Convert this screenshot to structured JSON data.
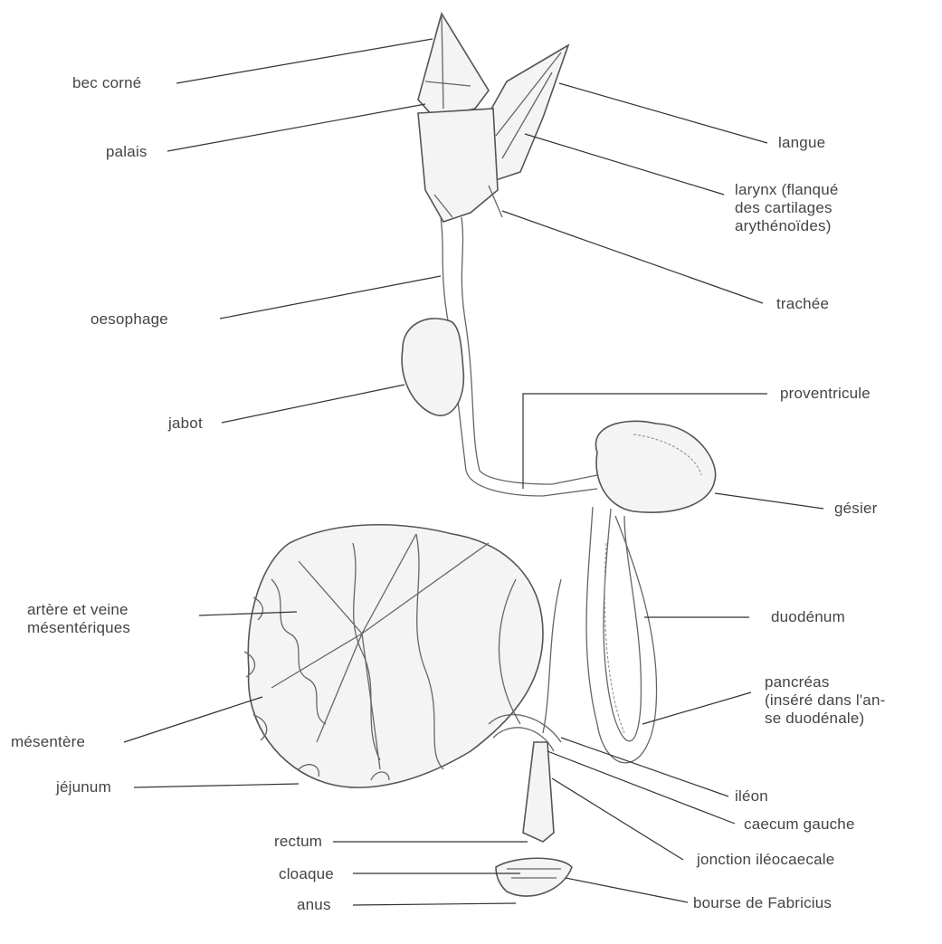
{
  "labels": {
    "bec_corne": "bec corné",
    "palais": "palais",
    "langue": "langue",
    "larynx_1": "larynx (flanqué",
    "larynx_2": "des cartilages",
    "larynx_3": "arythénoïdes)",
    "trachee": "trachée",
    "oesophage": "oesophage",
    "jabot": "jabot",
    "proventricule": "proventricule",
    "gesier": "gésier",
    "artere_1": "artère et veine",
    "artere_2": "mésentériques",
    "duodenum": "duodénum",
    "pancreas_1": "pancréas",
    "pancreas_2": "(inséré dans l'an-",
    "pancreas_3": "se duodénale)",
    "mesentere": "mésentère",
    "jejunum": "jéjunum",
    "ileon": "iléon",
    "caecum": "caecum gauche",
    "rectum": "rectum",
    "jonction": "jonction iléocaecale",
    "cloaque": "cloaque",
    "bourse": "bourse de Fabricius",
    "anus": "anus"
  }
}
